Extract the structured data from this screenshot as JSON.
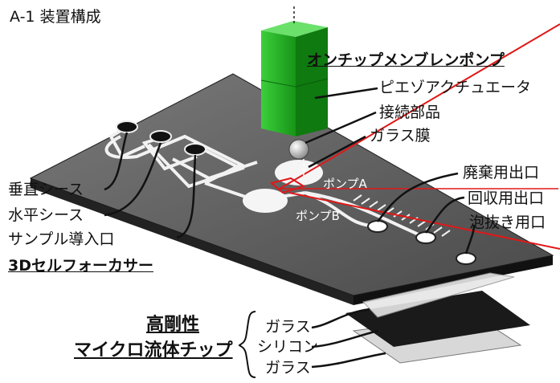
{
  "title": "A-1 装置構成",
  "labels": {
    "pump_system": "オンチップメンブレンポンプ",
    "piezo": "ピエゾアクチュエータ",
    "connector": "接続部品",
    "glass_membrane": "ガラス膜",
    "pump_a": "ポンプA",
    "pump_b": "ポンプB",
    "waste_outlet": "廃棄用出口",
    "recovery_outlet": "回収用出口",
    "bubble_outlet": "泡抜き用口",
    "vertical_sheath": "垂直シース",
    "horizontal_sheath": "水平シース",
    "sample_inlet": "サンプル導入口",
    "focuser": "3Dセルフォーカサー",
    "chip_line1": "高剛性",
    "chip_line2": "マイクロ流体チップ",
    "layer_glass_top": "ガラス",
    "layer_silicon": "シリコン",
    "layer_glass_bottom": "ガラス"
  },
  "colors": {
    "actuator_green": "#2fbf2f",
    "laser_red": "#e01818",
    "chip_gray": "#5a5a5a",
    "chip_edge": "#1c1c1c"
  }
}
